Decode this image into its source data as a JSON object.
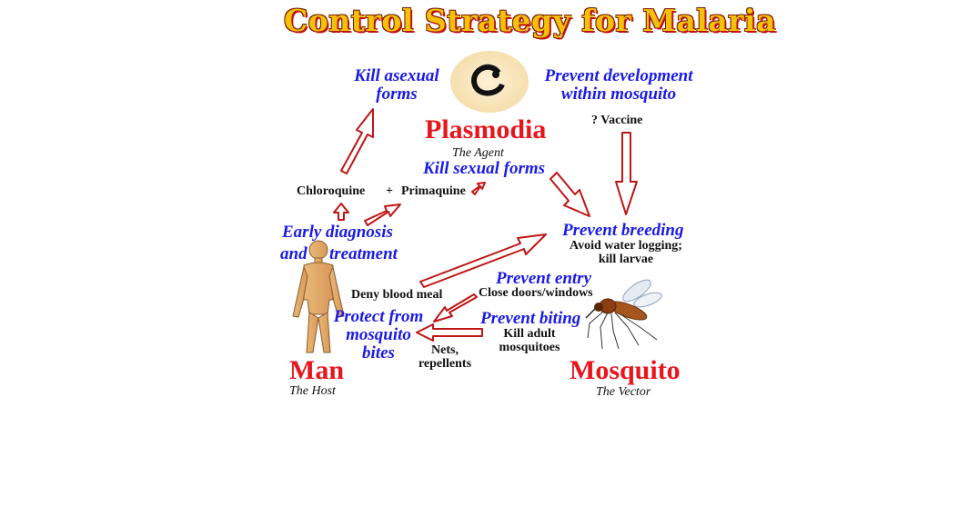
{
  "title": "Control Strategy for Malaria",
  "agent": {
    "name": "Plasmodia",
    "role": "The Agent"
  },
  "host": {
    "name": "Man",
    "role": "The Host"
  },
  "vector": {
    "name": "Mosquito",
    "role": "The Vector"
  },
  "labels": {
    "kill_asexual_1": "Kill asexual",
    "kill_asexual_2": "forms",
    "prevent_dev_1": "Prevent development",
    "prevent_dev_2": "within mosquito",
    "vaccine": "? Vaccine",
    "kill_sexual": "Kill sexual forms",
    "chloroquine": "Chloroquine",
    "plus": "+",
    "primaquine": "Primaquine",
    "early_1": "Early diagnosis",
    "early_2": "and",
    "early_3": "treatment",
    "prevent_breeding": "Prevent breeding",
    "avoid_1": "Avoid water logging;",
    "avoid_2": "kill larvae",
    "prevent_entry": "Prevent entry",
    "close_doors": "Close doors/windows",
    "deny_blood": "Deny blood meal",
    "protect_1": "Protect from",
    "protect_2": "mosquito",
    "protect_3": "bites",
    "prevent_biting": "Prevent biting",
    "kill_adult_1": "Kill adult",
    "kill_adult_2": "mosquitoes",
    "nets_1": "Nets,",
    "nets_2": "repellents"
  },
  "colors": {
    "title": "#f2c20a",
    "action": "#1a1ae8",
    "entity": "#e8161c",
    "arrow": "#c01515"
  },
  "icons": [
    "plasmodium-cell-icon",
    "human-figure-icon",
    "mosquito-icon"
  ]
}
